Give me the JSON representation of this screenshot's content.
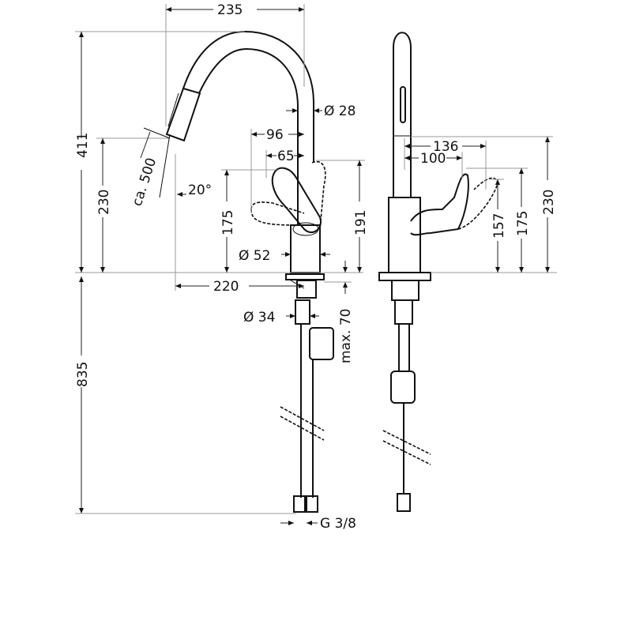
{
  "drawing": {
    "side_view": {
      "width_235": "235",
      "spout_diameter": "Ø 28",
      "lever_96": "96",
      "lever_65": "65",
      "hose_length": "ca. 500",
      "angle": "20°",
      "height_411": "411",
      "height_230": "230",
      "height_175": "175",
      "height_191": "191",
      "body_diameter": "Ø 52",
      "reach_220": "220",
      "hole_diameter": "Ø 34",
      "max_thickness": "max. 70",
      "hose_835": "835",
      "connection": "G 3/8"
    },
    "front_view": {
      "lever_136": "136",
      "lever_100": "100",
      "height_157": "157",
      "height_175": "175",
      "height_230": "230"
    }
  }
}
